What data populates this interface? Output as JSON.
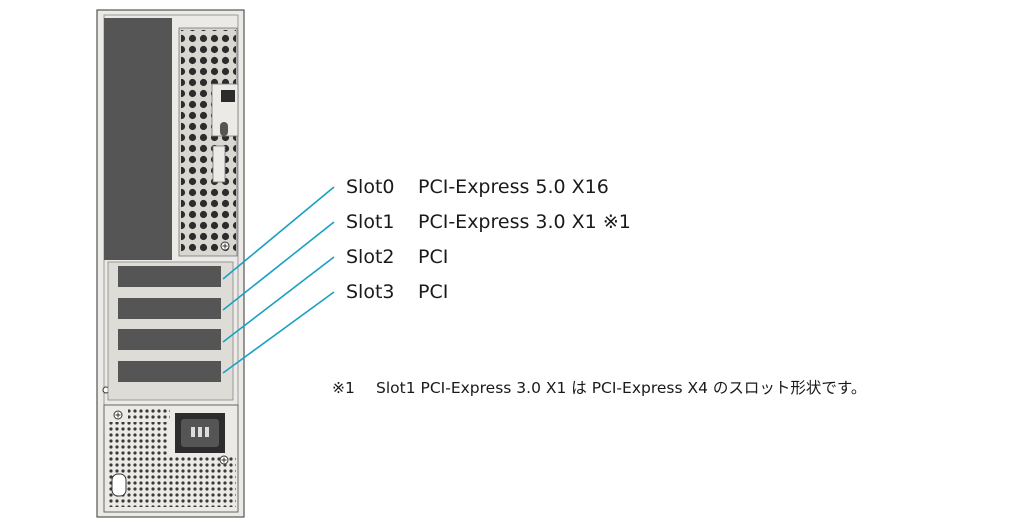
{
  "slots": [
    {
      "name": "Slot0",
      "spec": "PCI-Express 5.0 X16"
    },
    {
      "name": "Slot1",
      "spec": "PCI-Express 3.0 X1 ※1"
    },
    {
      "name": "Slot2",
      "spec": "PCI"
    },
    {
      "name": "Slot3",
      "spec": "PCI"
    }
  ],
  "footnote": {
    "mark": "※1",
    "text": "Slot1 PCI-Express 3.0 X1 は PCI-Express X4 のスロット形状です。"
  },
  "colors": {
    "chassis_fill": "#ebeae6",
    "chassis_stroke": "#555555",
    "panel_dark": "#555555",
    "leader_line": "#1aa0c0",
    "text": "#1a1a1a"
  }
}
